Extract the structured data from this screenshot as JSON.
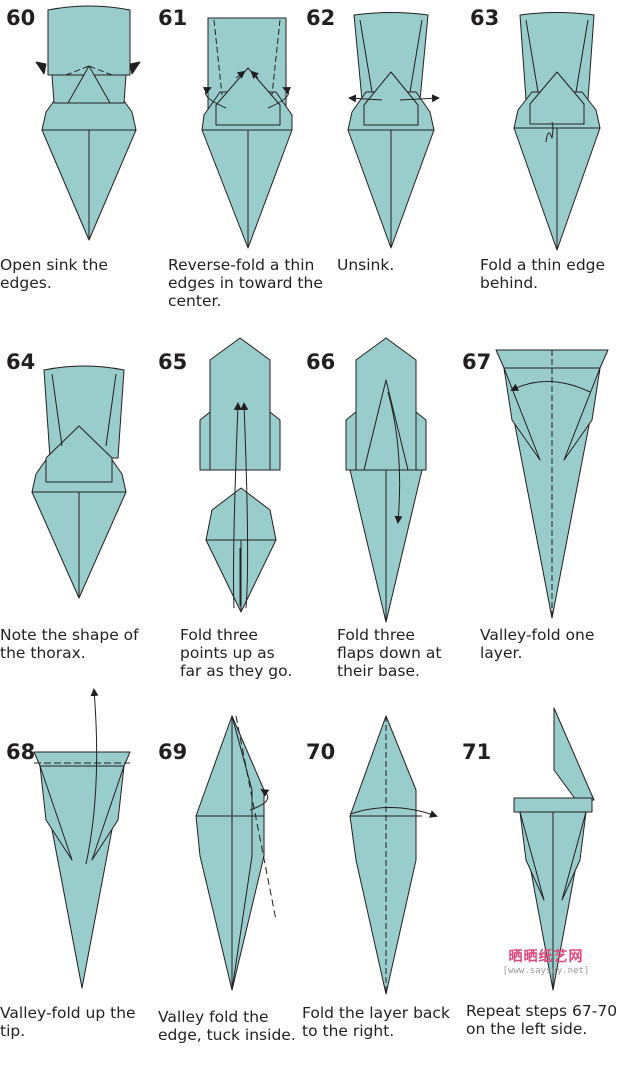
{
  "colors": {
    "paper": "#99cdcb",
    "line": "#231f20"
  },
  "steps": [
    {
      "number": "60",
      "caption": "Open sink the\nedges."
    },
    {
      "number": "61",
      "caption": "Reverse-fold a thin\nedges in toward the\ncenter."
    },
    {
      "number": "62",
      "caption": "Unsink."
    },
    {
      "number": "63",
      "caption": "Fold a thin edge\nbehind."
    },
    {
      "number": "64",
      "caption": "Note the shape of\nthe thorax."
    },
    {
      "number": "65",
      "caption": "Fold three\npoints up as\nfar as they go."
    },
    {
      "number": "66",
      "caption": "Fold three\nflaps down at\ntheir base."
    },
    {
      "number": "67",
      "caption": "Valley-fold one\nlayer."
    },
    {
      "number": "68",
      "caption": "Valley-fold up the\ntip."
    },
    {
      "number": "69",
      "caption": "Valley fold the\nedge, tuck inside."
    },
    {
      "number": "70",
      "caption": "Fold the layer back\nto the right."
    },
    {
      "number": "71",
      "caption": "Repeat steps 67-70\non the left side."
    }
  ],
  "watermark": {
    "logo": "晒晒纸艺网",
    "url": "[www.saysay.net]"
  }
}
